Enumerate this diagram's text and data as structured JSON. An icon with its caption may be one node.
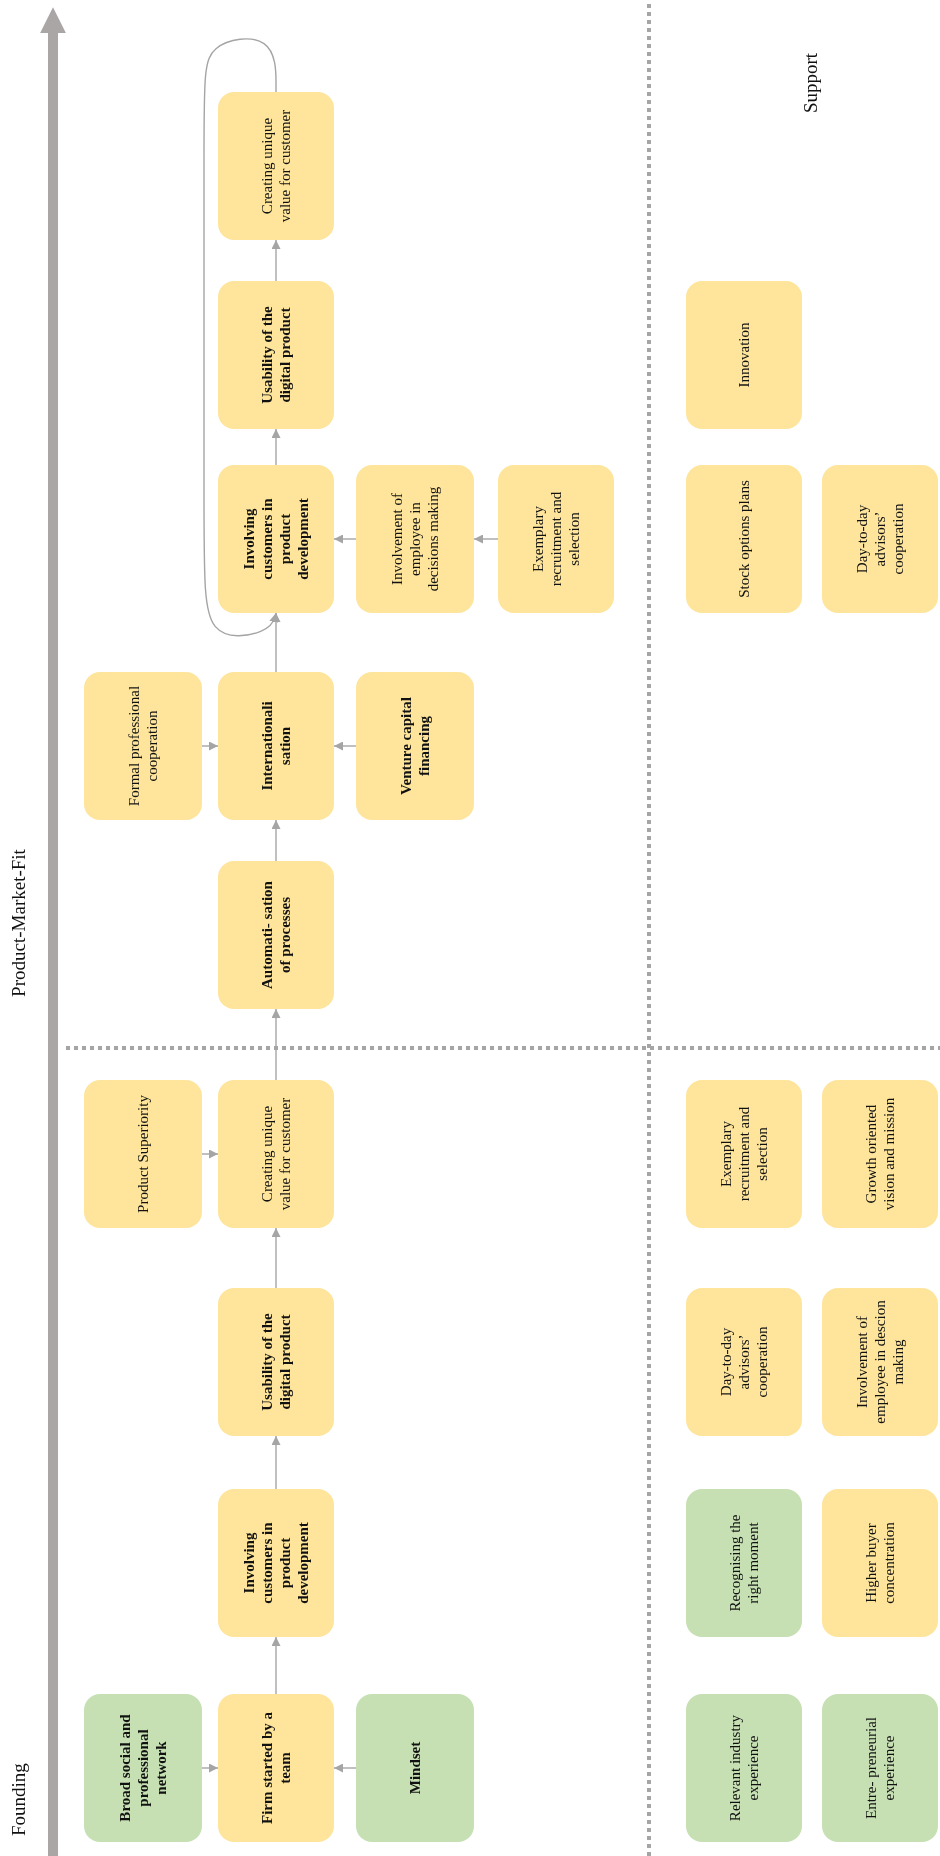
{
  "diagram": {
    "nodes": [
      {
        "text": [
          "Broad social and professional network"
        ]
      },
      {
        "text": [
          "Firm started by a team"
        ]
      },
      {
        "text": [
          "Mindset"
        ]
      },
      {
        "text": [
          "Involving customers in product development"
        ]
      },
      {
        "text": [
          "Usability of the digital product"
        ]
      },
      {
        "text": [
          "Product Superiority"
        ]
      },
      {
        "text": [
          "Creating unique value for customer"
        ]
      },
      {
        "text": [
          "Automati- sation of processes"
        ]
      },
      {
        "text": [
          "Formal professional cooperation"
        ]
      },
      {
        "text": [
          "Internationali sation"
        ]
      },
      {
        "text": [
          "Venture capital financing"
        ]
      },
      {
        "text": [
          "Involving customers in product development"
        ]
      },
      {
        "text": [
          "Involvement of employee in decisions making"
        ]
      },
      {
        "text": [
          "Exemplary recruitment and selection"
        ]
      },
      {
        "text": [
          "Usability of the digital product"
        ]
      },
      {
        "text": [
          "Creating unique value for customer"
        ]
      },
      {
        "text": [
          "Relevant industry experience"
        ]
      },
      {
        "text": [
          "Entre- preneurial experience"
        ]
      },
      {
        "text": [
          "Recognising the right moment"
        ]
      },
      {
        "text": [
          "Higher buyer concentration"
        ]
      },
      {
        "text": [
          "Day-to-day advisors’ cooperation"
        ]
      },
      {
        "text": [
          "Involvement of employee in descion making"
        ]
      },
      {
        "text": [
          "Exemplary recruitment and selection"
        ]
      },
      {
        "text": [
          "Growth oriented vision and mission"
        ]
      },
      {
        "text": [
          "Stock options plans"
        ]
      },
      {
        "text": [
          "Day-to-day advisors’ cooperation"
        ]
      },
      {
        "text": [
          "Innovation"
        ]
      }
    ],
    "edges": [
      {
        "from": 0,
        "to": 1,
        "arrow": "to"
      },
      {
        "from": 2,
        "to": 1,
        "arrow": "to"
      },
      {
        "from": 1,
        "to": 3,
        "arrow": "to"
      },
      {
        "from": 3,
        "to": 4,
        "arrow": "to"
      },
      {
        "from": 4,
        "to": 6,
        "arrow": "to"
      },
      {
        "from": 5,
        "to": 6,
        "arrow": "to"
      },
      {
        "from": 6,
        "to": 7,
        "arrow": "to"
      },
      {
        "from": 7,
        "to": 9,
        "arrow": "to"
      },
      {
        "from": 8,
        "to": 9,
        "arrow": "to"
      },
      {
        "from": 10,
        "to": 9,
        "arrow": "to"
      },
      {
        "from": 9,
        "to": 11,
        "arrow": "to"
      },
      {
        "from": 12,
        "to": 11,
        "arrow": "to"
      },
      {
        "from": 13,
        "to": 12,
        "arrow": "to"
      },
      {
        "from": 11,
        "to": 14,
        "arrow": "to"
      },
      {
        "from": 14,
        "to": 15,
        "arrow": "to"
      },
      {
        "from": 15,
        "to": 11,
        "arrow": "to"
      }
    ],
    "labels": [
      "Founding",
      "Product-Market-Fit",
      "Support"
    ]
  }
}
